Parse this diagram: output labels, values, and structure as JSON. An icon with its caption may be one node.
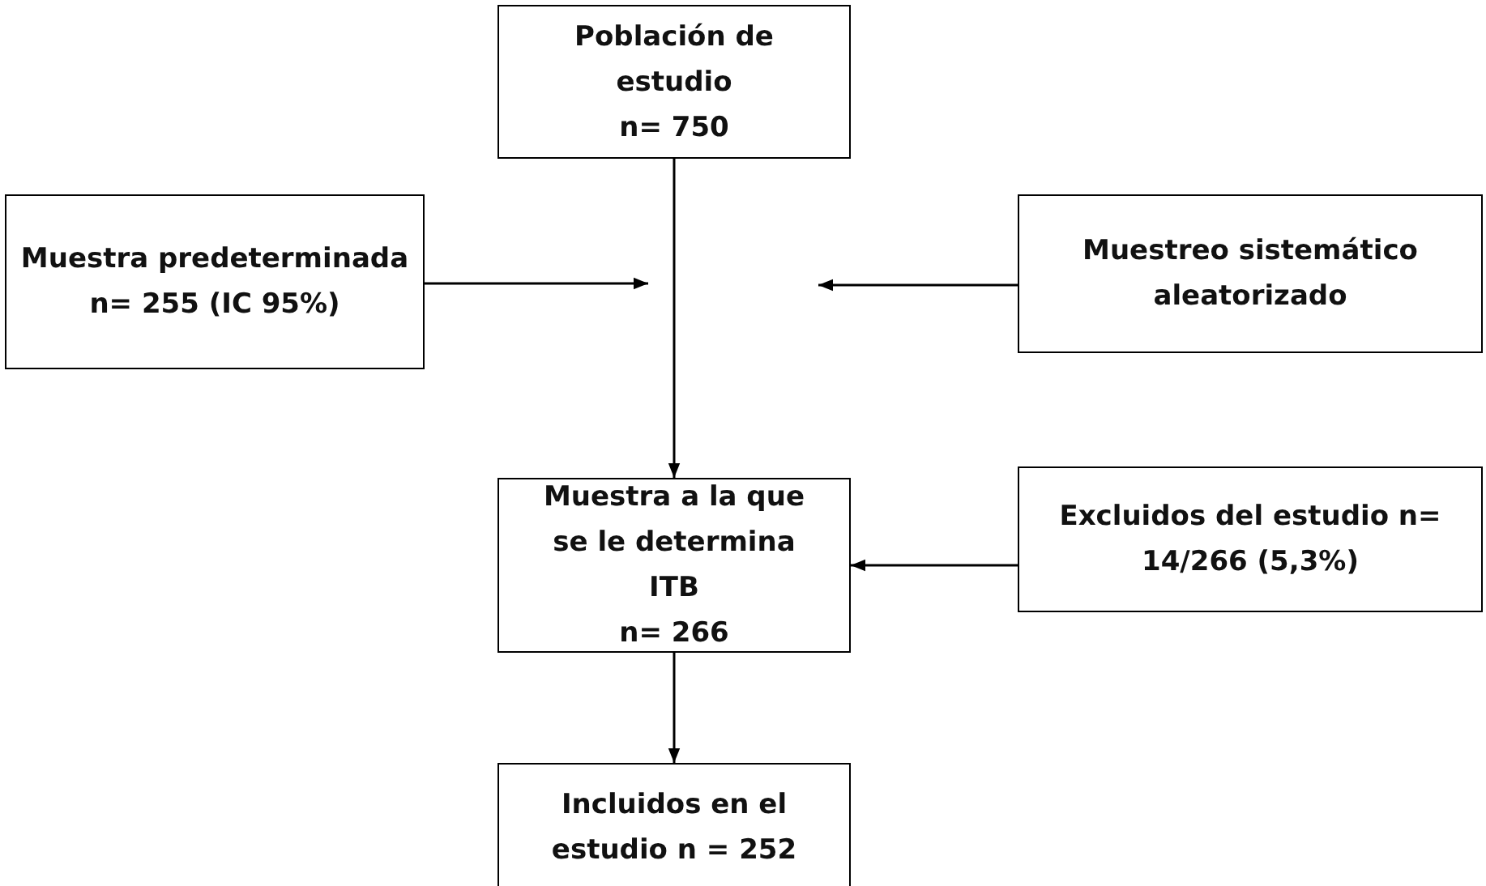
{
  "diagram": {
    "nodes": [
      {
        "text": [
          "Población de estudio",
          "n= 750"
        ]
      },
      {
        "text": [
          "Muestra predeterminada n= 255 (IC 95%)"
        ]
      },
      {
        "text": [
          "Muestreo sistemático aleatorizado"
        ]
      },
      {
        "text": [
          "Muestra a la que se le determina ITB",
          "n= 266"
        ]
      },
      {
        "text": [
          "Excluidos del estudio n= 14/266 (5,3%)"
        ]
      },
      {
        "text": [
          "Incluidos en el estudio n = 252"
        ]
      }
    ],
    "edges": [
      {
        "from": 0,
        "to": 3,
        "arrow": "to"
      },
      {
        "from": 1,
        "to": null,
        "arrow": "to"
      },
      {
        "from": 2,
        "to": null,
        "arrow": "to"
      },
      {
        "from": 4,
        "to": 3,
        "arrow": "to"
      },
      {
        "from": 3,
        "to": 5,
        "arrow": "to"
      }
    ]
  }
}
